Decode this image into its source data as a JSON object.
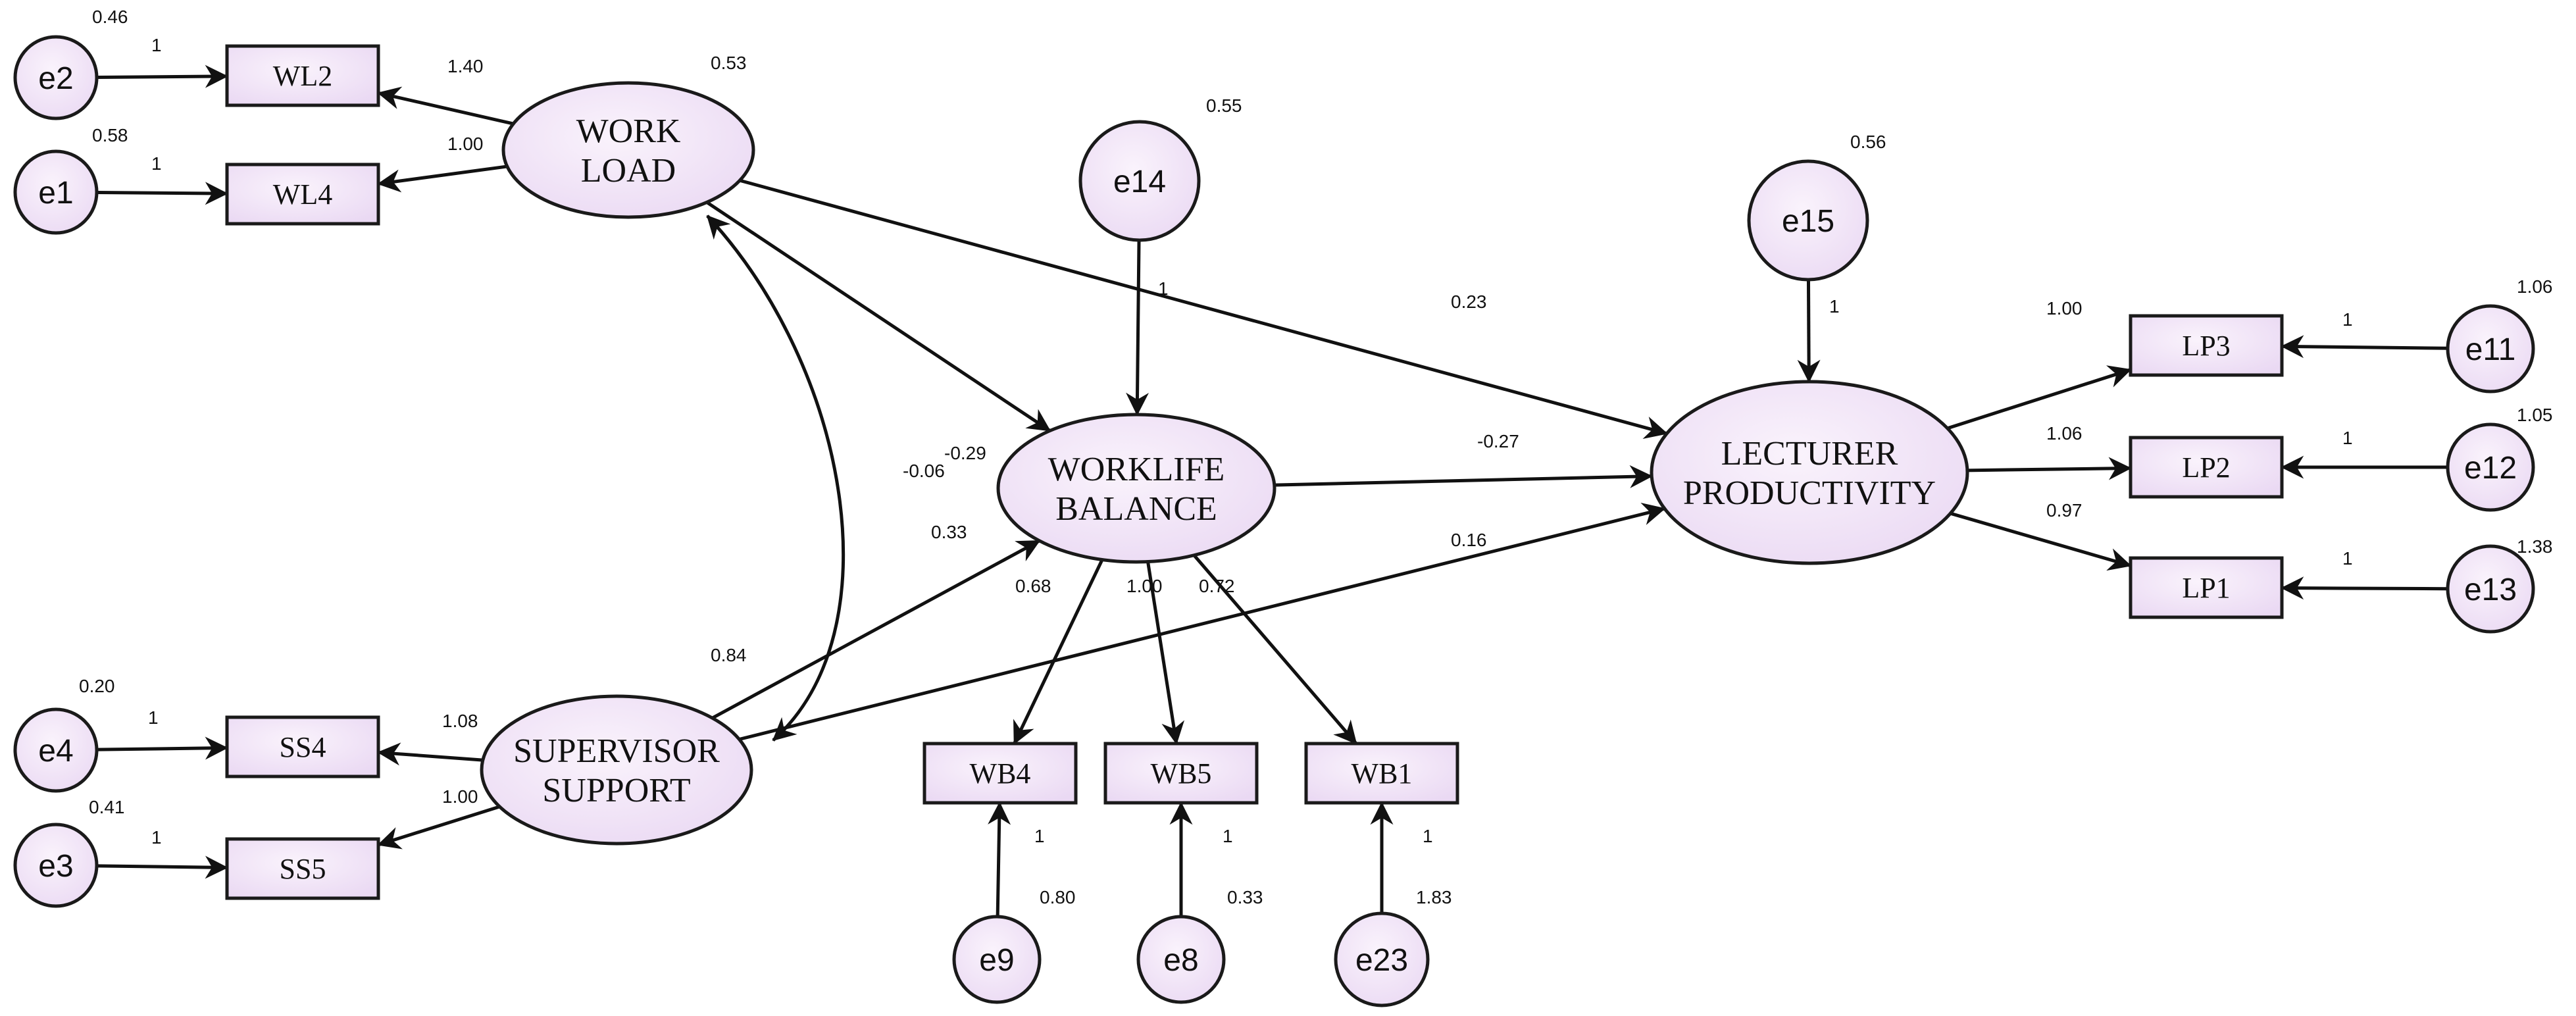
{
  "diagram": {
    "latent": [
      {
        "id": "wl",
        "lines": [
          "WORK",
          "LOAD"
        ],
        "variance": "0.53"
      },
      {
        "id": "wb",
        "lines": [
          "WORKLIFE",
          "BALANCE"
        ],
        "variance": ""
      },
      {
        "id": "ss",
        "lines": [
          "SUPERVISOR",
          "SUPPORT"
        ],
        "variance": "0.84"
      },
      {
        "id": "lp",
        "lines": [
          "LECTURER",
          "PRODUCTIVITY"
        ],
        "variance": ""
      }
    ],
    "observed": [
      {
        "id": "WL2",
        "label": "WL2"
      },
      {
        "id": "WL4",
        "label": "WL4"
      },
      {
        "id": "SS4",
        "label": "SS4"
      },
      {
        "id": "SS5",
        "label": "SS5"
      },
      {
        "id": "WB4",
        "label": "WB4"
      },
      {
        "id": "WB5",
        "label": "WB5"
      },
      {
        "id": "WB1",
        "label": "WB1"
      },
      {
        "id": "LP3",
        "label": "LP3"
      },
      {
        "id": "LP2",
        "label": "LP2"
      },
      {
        "id": "LP1",
        "label": "LP1"
      }
    ],
    "errors": [
      {
        "id": "e2",
        "label": "e2",
        "variance": "0.46",
        "path": "1",
        "target": "WL2"
      },
      {
        "id": "e1",
        "label": "e1",
        "variance": "0.58",
        "path": "1",
        "target": "WL4"
      },
      {
        "id": "e4",
        "label": "e4",
        "variance": "0.20",
        "path": "1",
        "target": "SS4"
      },
      {
        "id": "e3",
        "label": "e3",
        "variance": "0.41",
        "path": "1",
        "target": "SS5"
      },
      {
        "id": "e9",
        "label": "e9",
        "variance": "0.80",
        "path": "1",
        "target": "WB4"
      },
      {
        "id": "e8",
        "label": "e8",
        "variance": "0.33",
        "path": "1",
        "target": "WB5"
      },
      {
        "id": "e23",
        "label": "e23",
        "variance": "1.83",
        "path": "1",
        "target": "WB1"
      },
      {
        "id": "e11",
        "label": "e11",
        "variance": "1.06",
        "path": "1",
        "target": "LP3"
      },
      {
        "id": "e12",
        "label": "e12",
        "variance": "1.05",
        "path": "1",
        "target": "LP2"
      },
      {
        "id": "e13",
        "label": "e13",
        "variance": "1.38",
        "path": "1",
        "target": "LP1"
      },
      {
        "id": "e14",
        "label": "e14",
        "variance": "0.55",
        "path": "1",
        "target": "wb"
      },
      {
        "id": "e15",
        "label": "e15",
        "variance": "0.56",
        "path": "1",
        "target": "lp"
      }
    ],
    "loadings": [
      {
        "from": "wl",
        "to": "WL2",
        "value": "1.40"
      },
      {
        "from": "wl",
        "to": "WL4",
        "value": "1.00"
      },
      {
        "from": "ss",
        "to": "SS4",
        "value": "1.08"
      },
      {
        "from": "ss",
        "to": "SS5",
        "value": "1.00"
      },
      {
        "from": "wb",
        "to": "WB4",
        "value": "0.68"
      },
      {
        "from": "wb",
        "to": "WB5",
        "value": "1.00"
      },
      {
        "from": "wb",
        "to": "WB1",
        "value": "0.72"
      },
      {
        "from": "lp",
        "to": "LP3",
        "value": "1.00"
      },
      {
        "from": "lp",
        "to": "LP2",
        "value": "1.06"
      },
      {
        "from": "lp",
        "to": "LP1",
        "value": "0.97"
      }
    ],
    "structural": [
      {
        "from": "wl",
        "to": "wb",
        "value": "-0.29"
      },
      {
        "from": "wl",
        "to": "lp",
        "value": "0.23"
      },
      {
        "from": "wb",
        "to": "lp",
        "value": "-0.27"
      },
      {
        "from": "ss",
        "to": "wb",
        "value": "0.33"
      },
      {
        "from": "ss",
        "to": "lp",
        "value": "0.16"
      }
    ],
    "covariance": {
      "a": "wl",
      "b": "ss",
      "value": "-0.06"
    }
  }
}
